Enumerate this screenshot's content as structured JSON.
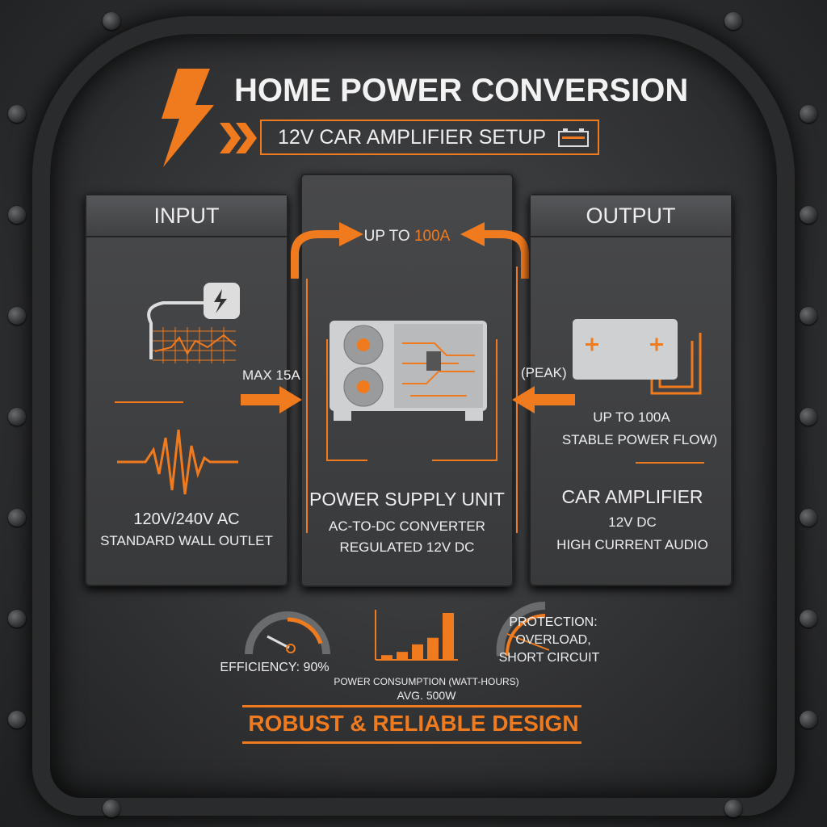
{
  "header": {
    "title": "HOME POWER CONVERSION",
    "subtitle": "12V CAR AMPLIFIER SETUP",
    "icons": [
      "lightning-bolt-icon",
      "chevron-double-right-icon",
      "battery-icon"
    ]
  },
  "input": {
    "heading": "INPUT",
    "current_label": "MAX 15A",
    "line1": "120V/240V AC",
    "line2": "STANDARD WALL OUTLET",
    "icons": [
      "power-plug-icon",
      "waveform-icon"
    ]
  },
  "center": {
    "top_label_prefix": "UP TO ",
    "top_label_value": "100A",
    "title": "POWER SUPPLY UNIT",
    "line1": "AC-TO-DC CONVERTER",
    "line2": "REGULATED 12V DC",
    "icons": [
      "power-supply-unit-icon"
    ]
  },
  "output": {
    "heading": "OUTPUT",
    "peak_label": "(PEAK)",
    "line1": "UP TO 100A",
    "line2": "STABLE POWER FLOW)",
    "title": "CAR AMPLIFIER",
    "sub1": "12V DC",
    "sub2": "HIGH CURRENT AUDIO",
    "icons": [
      "battery-icon"
    ]
  },
  "stats": {
    "efficiency_label": "EFFICIENCY: 90%",
    "efficiency_value": 90,
    "consumption_label": "POWER CONSUMPTION (WATT-HOURS)",
    "consumption_avg": "AVG. 500W",
    "protection_line1": "PROTECTION:",
    "protection_line2": "OVERLOAD,",
    "protection_line3": "SHORT CIRCUIT"
  },
  "chart_data": {
    "type": "bar",
    "values": [
      1,
      1.7,
      3.3,
      4.7,
      10
    ],
    "title": "",
    "xlabel": "",
    "ylabel": ""
  },
  "footer": {
    "tagline": "ROBUST & RELIABLE DESIGN"
  },
  "colors": {
    "accent": "#f07a1e",
    "background": "#333436",
    "text": "#eeeeee"
  }
}
